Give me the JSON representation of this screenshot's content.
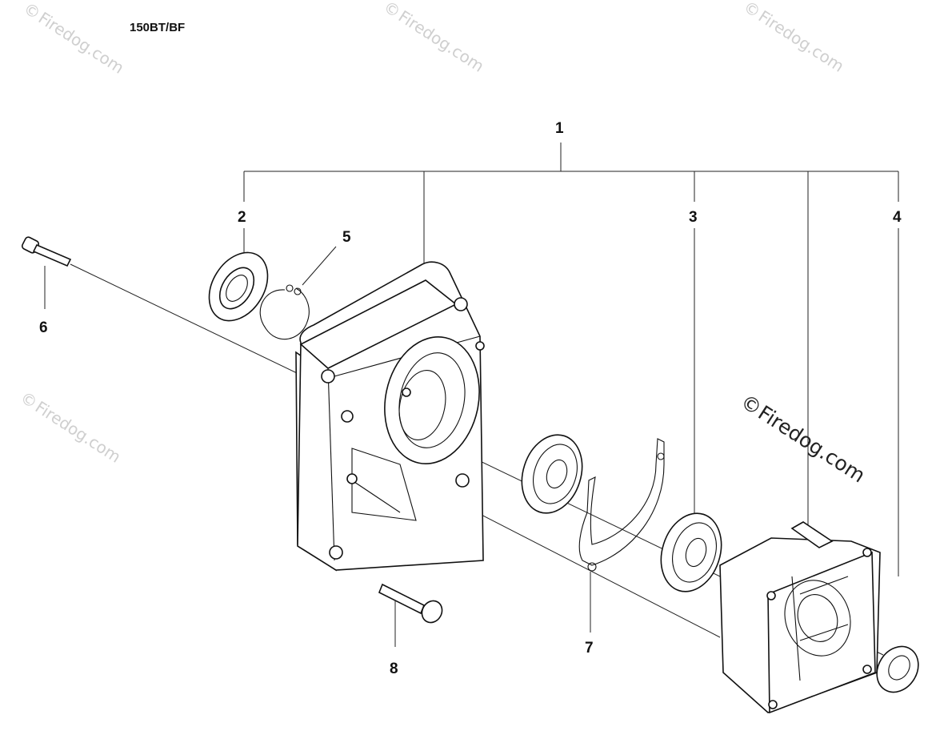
{
  "model": "150BT/BF",
  "watermark": "Firedog.com",
  "watermark_symbol": "©",
  "callouts": {
    "c1": "1",
    "c2": "2",
    "c3": "3",
    "c4": "4",
    "c5": "5",
    "c6": "6",
    "c7": "7",
    "c8": "8"
  }
}
